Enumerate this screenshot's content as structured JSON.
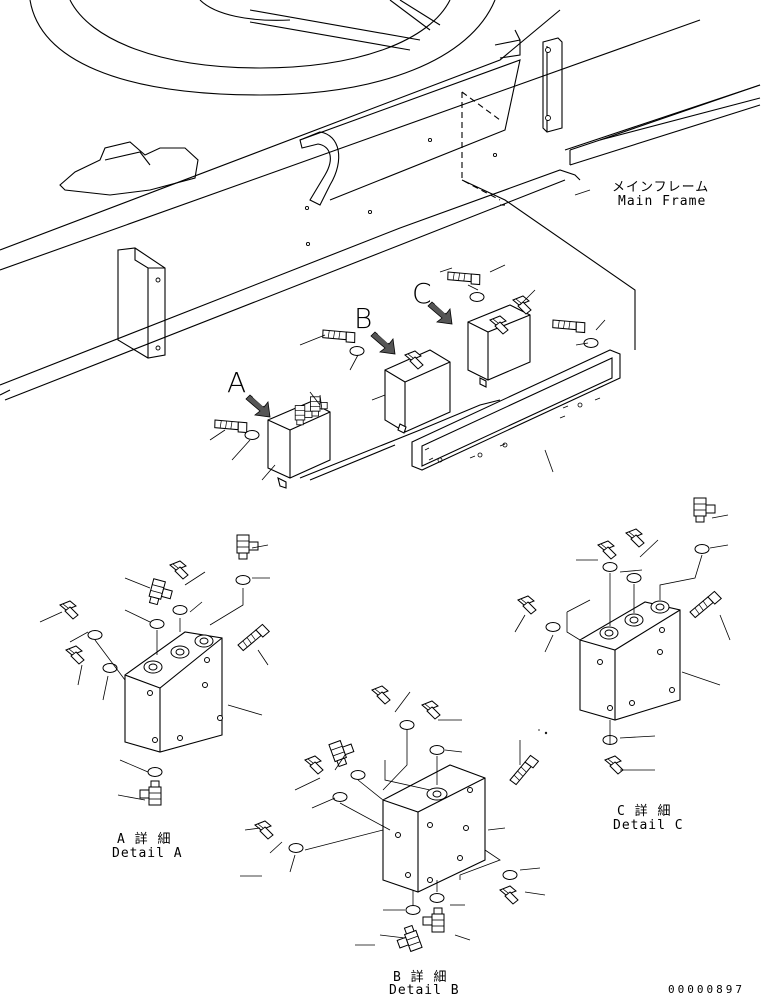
{
  "main_frame": {
    "jp": "メインフレーム",
    "en": "Main Frame"
  },
  "view_letters": {
    "a": "A",
    "b": "B",
    "c": "C"
  },
  "details": {
    "a": {
      "jp": "A 詳 細",
      "en": "Detail A"
    },
    "b": {
      "jp": "B 詳 細",
      "en": "Detail B"
    },
    "c": {
      "jp": "C 詳 細",
      "en": "Detail C"
    }
  },
  "drawing_number": "00000897"
}
